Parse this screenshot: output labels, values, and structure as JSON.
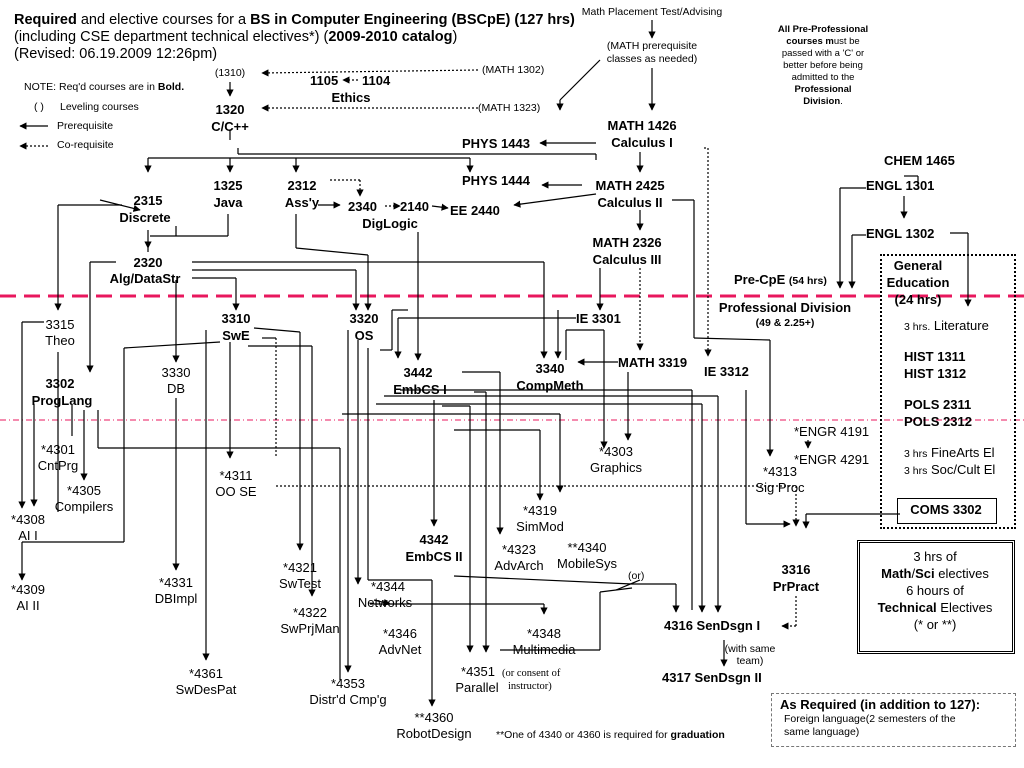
{
  "header": {
    "title_required": "Required",
    "title_mid": " and elective courses for a ",
    "title_degree": "BS in Computer Engineering (BSCpE) (127 hrs)",
    "subtitle_a": "(including CSE department technical electives*) (",
    "subtitle_catalog": "2009-2010 catalog",
    "subtitle_b": ")",
    "revised": "(Revised: 06.19.2009 12:26pm)"
  },
  "legend": {
    "note_prefix": "NOTE: Req'd courses are in ",
    "note_bold": "Bold.",
    "leveling_symbol": "( )",
    "leveling": "Leveling courses",
    "prerequisite": "Prerequisite",
    "corequisite": "Co-requisite"
  },
  "placement": {
    "test": "Math Placement Test/Advising",
    "math_prereq_1": "(MATH prerequisite",
    "math_prereq_2": "classes as needed)"
  },
  "preprof_note": {
    "line1": "All Pre-Professional",
    "line2a": "courses m",
    "line2b": "ust be",
    "line3": "passed with a 'C' or",
    "line4": "better before being",
    "line5": "admitted to the",
    "line6": "Professional",
    "line7": "Division",
    "line7_end": "."
  },
  "courses": {
    "c1310": "(1310)",
    "math1302": "(MATH 1302)",
    "c1105": "1105",
    "c1104": "1104",
    "ethics": "Ethics",
    "math1323": "(MATH 1323)",
    "c1320_num": "1320",
    "c1320_name": "C/C++",
    "math1426_num": "MATH 1426",
    "math1426_name": "Calculus I",
    "phys1443": "PHYS 1443",
    "phys1444": "PHYS 1444",
    "math2425_num": "MATH 2425",
    "math2425_name": "Calculus II",
    "math2326_num": "MATH 2326",
    "math2326_name": "Calculus III",
    "chem1465": "CHEM 1465",
    "engl1301": "ENGL 1301",
    "engl1302": "ENGL 1302",
    "c2315_num": "2315",
    "c2315_name": "Discrete",
    "c1325_num": "1325",
    "c1325_name": "Java",
    "c2312_num": "2312",
    "c2312_name": "Ass'y",
    "c2340": "2340",
    "c2140": "2140",
    "ee2440": "EE 2440",
    "diglogic": "DigLogic",
    "c2320_num": "2320",
    "c2320_name": "Alg/DataStr",
    "precpe": "Pre-CpE",
    "precpe_hrs": "(54 hrs)",
    "profdiv": "Professional Division",
    "profdiv_req": "(49 & 2.25+)",
    "c3315_num": "3315",
    "c3315_name": "Theo",
    "c3310_num": "3310",
    "c3310_name": "SwE",
    "c3320_num": "3320",
    "c3320_name": "OS",
    "ie3301": "IE 3301",
    "c3330_num": "3330",
    "c3330_name": "DB",
    "c3442_num": "3442",
    "c3442_name": "EmbCS I",
    "c3340_num": "3340",
    "c3340_name": "CompMeth",
    "math3319": "MATH 3319",
    "ie3312": "IE 3312",
    "c3302_num": "3302",
    "c3302_name": "ProgLang",
    "c4301_num": "*4301",
    "c4301_name": "CntPrg",
    "c4305_num": "*4305",
    "c4305_name": "Compilers",
    "c4311_num": "*4311",
    "c4311_name": "OO SE",
    "c4303_num": "*4303",
    "c4303_name": "Graphics",
    "engr4191": "*ENGR 4191",
    "engr4291": "*ENGR 4291",
    "c4313_num": "*4313",
    "c4313_name": "Sig Proc",
    "c4308_num": "*4308",
    "c4308_name": "AI I",
    "c4319_num": "*4319",
    "c4319_name": "SimMod",
    "c4342_num": "4342",
    "c4342_name": "EmbCS II",
    "c4323_num": "*4323",
    "c4323_name": "AdvArch",
    "c4340_num": "**4340",
    "c4340_name": "MobileSys",
    "or": "(or)",
    "c3316_num": "3316",
    "c3316_name": "PrPract",
    "c4321_num": "*4321",
    "c4321_name": "SwTest",
    "c4309_num": "*4309",
    "c4309_name": "AI II",
    "c4331_num": "*4331",
    "c4331_name": "DBImpl",
    "c4344_num": "*4344",
    "c4344_name": "Networks",
    "c4322_num": "*4322",
    "c4322_name": "SwPrjMan",
    "c4346_num": "*4346",
    "c4346_name": "AdvNet",
    "c4348_num": "*4348",
    "c4348_name": "Multimedia",
    "c4316": "4316 SenDsgn I",
    "with_team_1": "(with same",
    "with_team_2": "team)",
    "c4317": "4317 SenDsgn II",
    "c4361_num": "*4361",
    "c4361_name": "SwDesPat",
    "c4353_num": "*4353",
    "c4353_name": "Distr'd Cmp'g",
    "c4351_num": "*4351",
    "c4351_name": "Parallel",
    "consent_1": "(or consent of",
    "consent_2": "instructor)",
    "c4360_num": "**4360",
    "c4360_name": "RobotDesign",
    "footnote_a": "**One of 4340 or 4360 is required for ",
    "footnote_b": "graduation"
  },
  "gen_ed": {
    "title1": "General",
    "title2": "Education",
    "title3": "(24 hrs)",
    "lit_hrs": "3 hrs.",
    "lit": "Literature",
    "hist1311": "HIST 1311",
    "hist1312": "HIST 1312",
    "pols2311": "POLS 2311",
    "pols2312": "POLS 2312",
    "fa_hrs": "3 hrs",
    "fa": "FineArts El",
    "soc_hrs": "3 hrs",
    "soc": "Soc/Cult El",
    "coms3302": "COMS 3302"
  },
  "electives": {
    "l1": "3 hrs of",
    "l2a": "Math",
    "l2b": "/",
    "l2c": "Sci",
    "l2d": " electives",
    "l3": "6 hours of",
    "l4a": "Technical",
    "l4b": " Electives",
    "l5": "(* or **)"
  },
  "as_required": {
    "title": "As Required (in addition to 127):",
    "line1": "Foreign language(2 semesters of the",
    "line2": "same language)"
  },
  "colors": {
    "divider": "#e8175d",
    "ink": "#000000"
  }
}
